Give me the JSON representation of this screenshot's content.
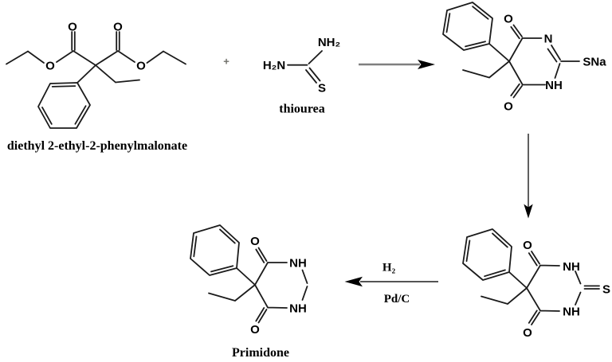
{
  "molecules": {
    "malonate": {
      "name": "diethyl 2-ethyl-2-phenylmalonate",
      "atoms": {
        "carbonyl_o_left": "O",
        "carbonyl_o_right": "O",
        "ester_o_left": "O",
        "ester_o_right": "O"
      }
    },
    "thiourea": {
      "name": "thiourea",
      "atoms": {
        "amine_left": "H₂N",
        "amine_right": "NH₂",
        "sulfur": "S"
      }
    },
    "sodium_thiolate": {
      "atoms": {
        "o_top": "O",
        "n_imine": "N",
        "thiolate": "SNa",
        "nh": "NH",
        "o_bottom": "O"
      }
    },
    "thiobarbiturate": {
      "atoms": {
        "o_top": "O",
        "nh_top": "NH",
        "thione": "S",
        "nh_bottom": "NH",
        "o_bottom": "O"
      }
    },
    "primidone": {
      "name": "Primidone",
      "atoms": {
        "o_top": "O",
        "nh_top": "NH",
        "nh_bottom": "NH",
        "o_bottom": "O"
      }
    }
  },
  "reaction": {
    "plus": "+",
    "hydrogenation": {
      "reagent": "H₂",
      "catalyst": "Pd/C"
    }
  },
  "colors": {
    "bond": "#1b1b1b",
    "label": "#000000",
    "arrow_shaft_gray": "#7f7f7f",
    "plus_gray": "#70706a"
  }
}
